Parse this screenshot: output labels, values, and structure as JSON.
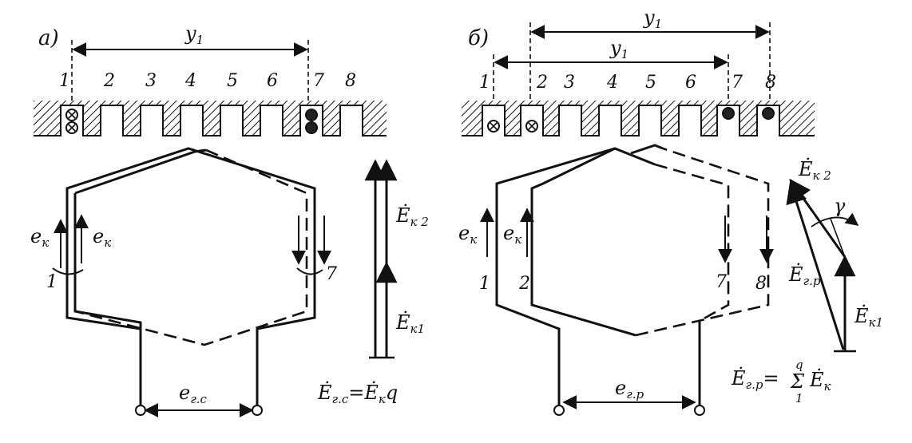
{
  "panel_a": {
    "label": "а)",
    "pitch": "y",
    "pitch_sub": "1",
    "slots": [
      "1",
      "2",
      "3",
      "4",
      "5",
      "6",
      "7",
      "8"
    ],
    "emf_left": "e",
    "emf_left_sub": "к",
    "emf_inner": "e",
    "emf_inner_sub": "к",
    "coil_left": "1",
    "coil_right": "7",
    "vec_top": "Ė",
    "vec_top_sub": "к 2",
    "vec_bottom": "Ė",
    "vec_bottom_sub": "к1",
    "terminal": "e",
    "terminal_sub": "г.с",
    "formula": "Ė",
    "formula_sub": "г.с",
    "formula_rhs": "=Ė",
    "formula_rhs_sub": "к",
    "formula_q": "q"
  },
  "panel_b": {
    "label": "б)",
    "pitch_top": "y",
    "pitch_top_sub": "1",
    "pitch_bottom": "y",
    "pitch_bottom_sub": "1",
    "slots": [
      "1",
      "2",
      "3",
      "4",
      "5",
      "6",
      "7",
      "8"
    ],
    "emf_left": "e",
    "emf_left_sub": "к",
    "emf_inner": "e",
    "emf_inner_sub": "к",
    "coil_1": "1",
    "coil_2": "2",
    "coil_7": "7",
    "coil_8": "8",
    "vec_k2": "Ė",
    "vec_k2_sub": "к 2",
    "angle": "γ",
    "vec_gr": "Ė",
    "vec_gr_sub": "г.р",
    "vec_k1": "Ė",
    "vec_k1_sub": "к1",
    "terminal": "e",
    "terminal_sub": "г.р",
    "formula": "Ė",
    "formula_sub": "г.р",
    "formula_eq": "=",
    "sum": "Σ",
    "sum_top": "q",
    "sum_bottom": "1",
    "formula_rhs": "Ė",
    "formula_rhs_sub": "к"
  }
}
